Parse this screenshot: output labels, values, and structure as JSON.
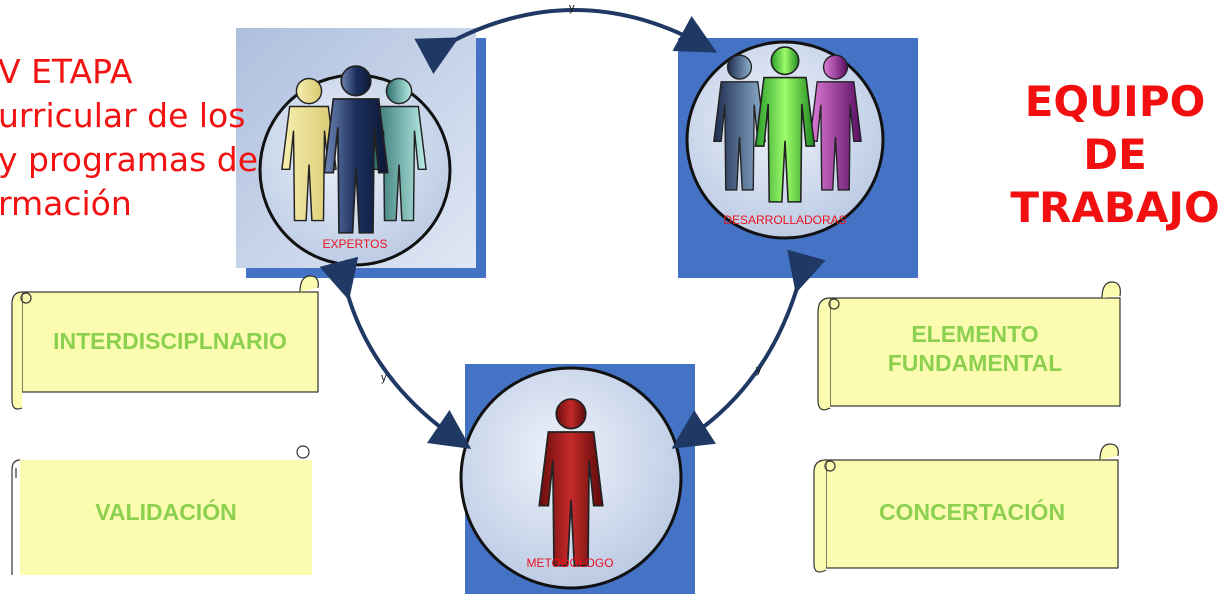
{
  "intro_lines": [
    "V ETAPA",
    "urricular de los",
    "y programas de",
    "rmación"
  ],
  "title_lines": [
    "EQUIPO",
    "DE",
    "TRABAJO"
  ],
  "nodes": {
    "expertos": "EXPERTOS",
    "desarrolladoras": "DESARROLLADORAS",
    "metodologo": "METODÓLOGO"
  },
  "link_label": "y",
  "scrolls": {
    "interdisciplinario": "INTERDISCIPLNARIO",
    "validacion": "VALIDACIÓN",
    "elemento": [
      "ELEMENTO",
      "FUNDAMENTAL"
    ],
    "concertacion": "CONCERTACIÓN"
  },
  "colors": {
    "title_red": "#f20f0f",
    "scroll_fill": "#fcfcb0",
    "scroll_text": "#8cd04f",
    "box_blue": "#4472c4",
    "arrow": "#1f3864"
  }
}
